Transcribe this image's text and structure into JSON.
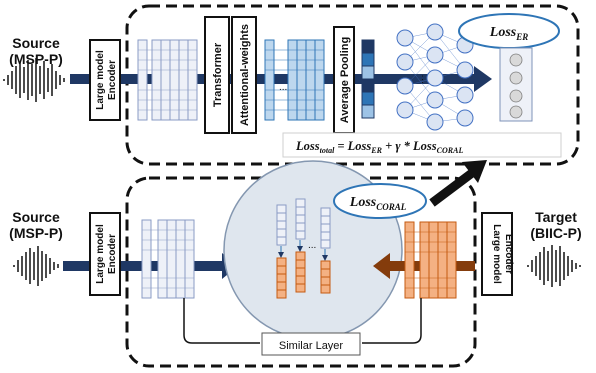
{
  "top": {
    "source_label": "Source",
    "source_sub": "(MSP-P)",
    "encoder_line1": "Large model",
    "encoder_line2": "Encoder",
    "transformer": "Transformer",
    "attention": "Attentional-weights",
    "avg_pool": "Average Pooling",
    "loss_er_base": "Loss",
    "loss_er_sub": "ER",
    "total_loss_formula": "Loss_total = Loss_ER + γ * Loss_CORAL",
    "total_base": "Loss",
    "total_sub": "total",
    "total_eq": " = Loss",
    "total_er_sub": "ER",
    "total_plus": " + γ * Loss",
    "total_coral_sub": "CORAL"
  },
  "bottom": {
    "source_label": "Source",
    "source_sub": "(MSP-P)",
    "target_label": "Target",
    "target_sub": "(BIIC-P)",
    "encoder_line1": "Large model",
    "encoder_line2": "Encoder",
    "loss_coral_base": "Loss",
    "loss_coral_sub": "CORAL",
    "similar_layer": "Similar Layer"
  },
  "colors": {
    "source_arrow": "#1f3864",
    "target_arrow": "#843c0c",
    "source_block": "#dae3f3",
    "source_dark": "#2e75b6",
    "target_block": "#f4b183",
    "target_dark": "#c55a11",
    "circle_fill": "#dfe6ee"
  }
}
